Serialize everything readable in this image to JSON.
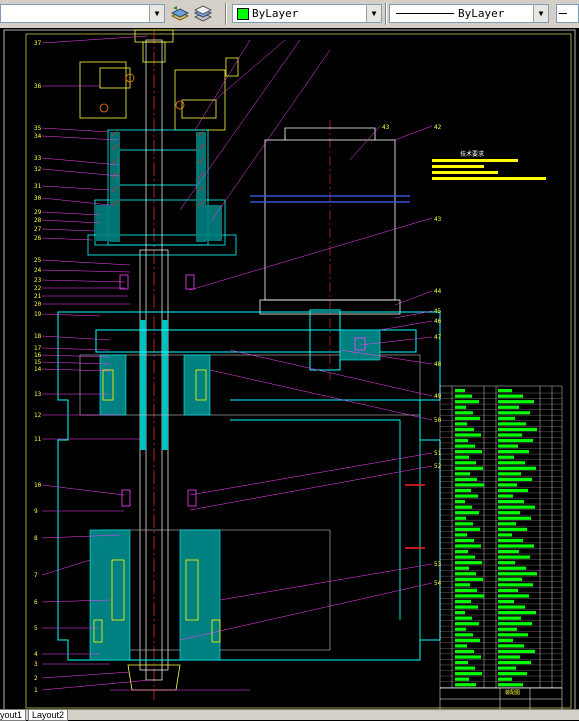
{
  "toolbar": {
    "layer_dropdown_value": "",
    "color_dropdown_value": "ByLayer",
    "linetype_dropdown_value": "ByLayer",
    "color_swatch": "#00ff00"
  },
  "drawing": {
    "callouts_left": [
      "37",
      "36",
      "35",
      "34",
      "33",
      "32",
      "31",
      "30",
      "29",
      "28",
      "27",
      "26",
      "25",
      "24",
      "23",
      "22",
      "21",
      "20",
      "19",
      "18",
      "17",
      "16",
      "15",
      "14",
      "13",
      "12",
      "11",
      "10",
      "9",
      "8",
      "7",
      "6",
      "5",
      "4",
      "3",
      "2",
      "1"
    ],
    "callouts_right": [
      "43",
      "42",
      "44",
      "45",
      "46",
      "47",
      "48",
      "49",
      "50",
      "51",
      "52",
      "53",
      "54"
    ],
    "notes_title": "技术要求",
    "title_block_label": "装配图"
  },
  "layout_tabs": [
    "yout1",
    "Layout2"
  ]
}
